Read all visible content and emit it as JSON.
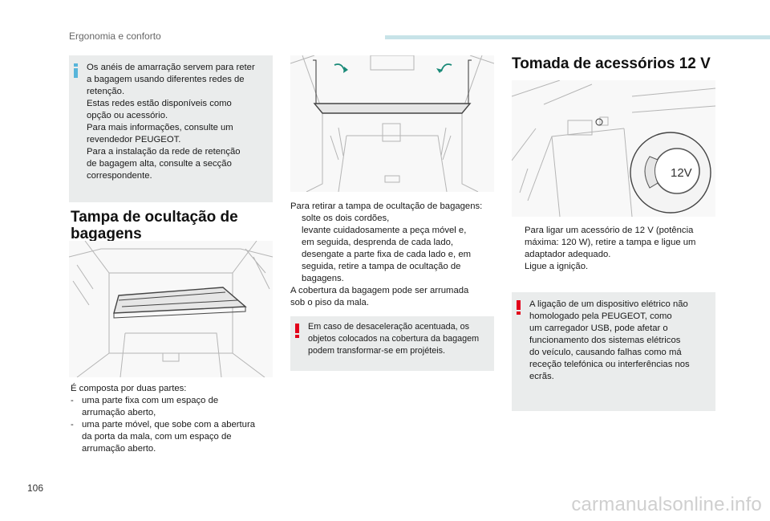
{
  "header": {
    "section_title": "Ergonomia e conforto",
    "accent_color": "#c7e3e8"
  },
  "footer": {
    "page_number": "106",
    "watermark": "carmanualsonline.info"
  },
  "info_box": {
    "lines": [
      "Os anéis de amarração servem para reter",
      "a bagagem usando diferentes redes de",
      "retenção.",
      "Estas redes estão disponíveis como",
      "opção ou acessório.",
      "Para mais informações, consulte um",
      "revendedor PEUGEOT.",
      "Para a instalação da rede de retenção",
      "de bagagem alta, consulte a secção",
      "correspondente."
    ]
  },
  "cover": {
    "title_line1": "Tampa de ocultação de",
    "title_line2": "bagagens",
    "intro": "É composta por duas partes:",
    "parts": [
      {
        "bullet": "-",
        "lines": [
          "uma parte fixa com um espaço de",
          "arrumação aberto,"
        ]
      },
      {
        "bullet": "-",
        "lines": [
          "uma parte móvel, que sobe com a abertura",
          "da porta da mala, com um espaço de",
          "arrumação aberto."
        ]
      }
    ]
  },
  "removal": {
    "intro": "Para retirar a tampa de ocultação de bagagens:",
    "steps": [
      {
        "bullet": "",
        "lines": [
          "solte os dois cordões,"
        ]
      },
      {
        "bullet": "",
        "lines": [
          "levante cuidadosamente a peça móvel e,",
          "em seguida, desprenda de cada lado,"
        ]
      },
      {
        "bullet": "",
        "lines": [
          "desengate a parte fixa de cada lado e, em",
          "seguida, retire a tampa de ocultação de",
          "bagagens."
        ]
      }
    ],
    "note_lines": [
      "A cobertura da bagagem pode ser arrumada",
      "sob o piso da mala."
    ]
  },
  "warning_box_1": {
    "lines": [
      "Em caso de desaceleração acentuada, os",
      "objetos colocados na cobertura da bagagem",
      "podem transformar-se em projéteis."
    ]
  },
  "socket": {
    "title": "Tomada de acessórios 12 V",
    "zoom_label": "12V",
    "steps": [
      {
        "bullet": "",
        "lines": [
          "Para ligar um acessório de 12 V (potência",
          "máxima: 120 W), retire a tampa e ligue um",
          "adaptador adequado."
        ]
      },
      {
        "bullet": "",
        "lines": [
          "Ligue a ignição."
        ]
      }
    ]
  },
  "warning_box_2": {
    "lines": [
      "A ligação de um dispositivo elétrico não",
      "homologado pela PEUGEOT, como",
      "um carregador USB, pode afetar o",
      "funcionamento dos sistemas elétricos",
      "do veículo, causando falhas como má",
      "receção telefónica ou interferências nos",
      "ecrãs."
    ]
  },
  "icons": {
    "info_mark": "info-mark-icon",
    "warning_mark": "warning-mark-icon"
  },
  "colors": {
    "info": "#58b5da",
    "warning": "#e2001a",
    "box_bg": "#eaecec"
  }
}
